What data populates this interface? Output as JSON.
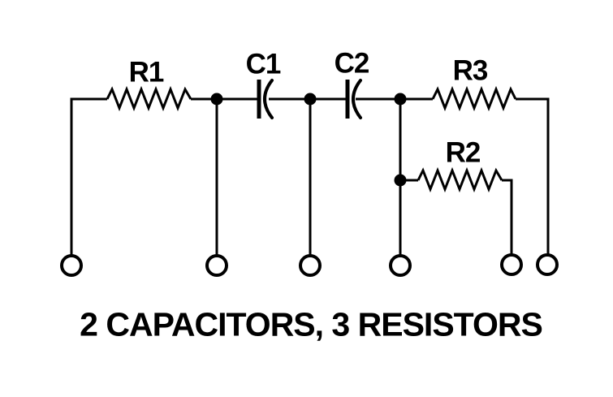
{
  "diagram": {
    "title": "2 CAPACITORS, 3 RESISTORS",
    "type": "schematic-circuit"
  },
  "components": {
    "r1": {
      "label": "R1",
      "kind": "resistor"
    },
    "c1": {
      "label": "C1",
      "kind": "capacitor"
    },
    "c2": {
      "label": "C2",
      "kind": "capacitor"
    },
    "r3": {
      "label": "R3",
      "kind": "resistor"
    },
    "r2": {
      "label": "R2",
      "kind": "resistor"
    }
  },
  "counts": {
    "capacitors": 2,
    "resistors": 3,
    "terminals": 6,
    "junctions": 4
  },
  "colors": {
    "ink": "#000000",
    "background": "#ffffff"
  }
}
